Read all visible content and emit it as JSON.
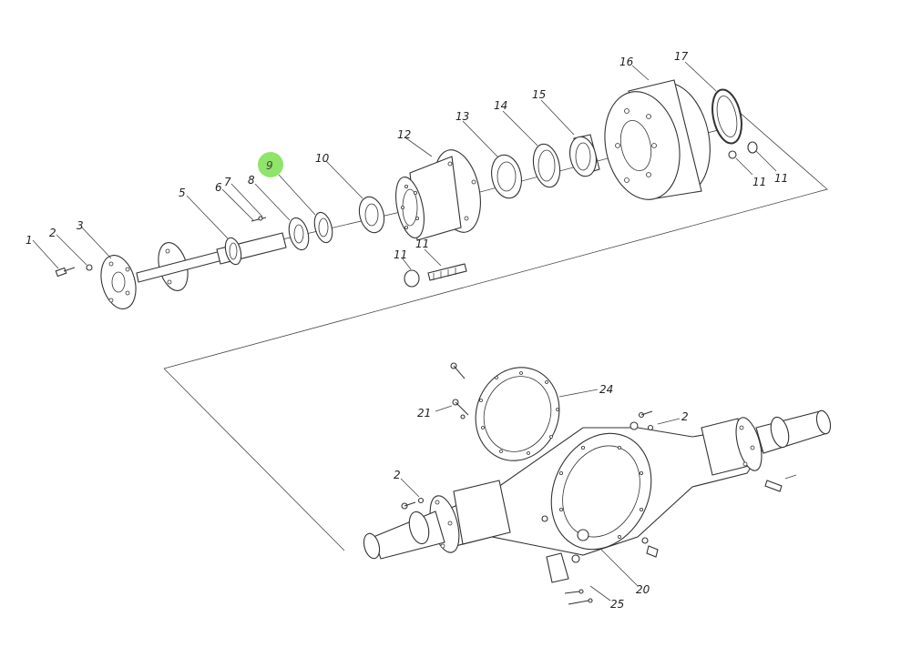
{
  "diagram": {
    "callouts": {
      "c1": "1",
      "c2": "2",
      "c3": "3",
      "c5": "5",
      "c6": "6",
      "c7": "7",
      "c8": "8",
      "c9": "9",
      "c10": "10",
      "c11a": "11",
      "c11b": "11",
      "c11c": "11",
      "c11d": "11",
      "c12": "12",
      "c13": "13",
      "c14": "14",
      "c15": "15",
      "c16": "16",
      "c17": "17",
      "c21": "21",
      "c24": "24",
      "c2b": "2",
      "c2c": "2",
      "c20": "20",
      "c25": "25"
    },
    "highlighted_callout": "9",
    "highlight_color": "#8fe46a"
  }
}
